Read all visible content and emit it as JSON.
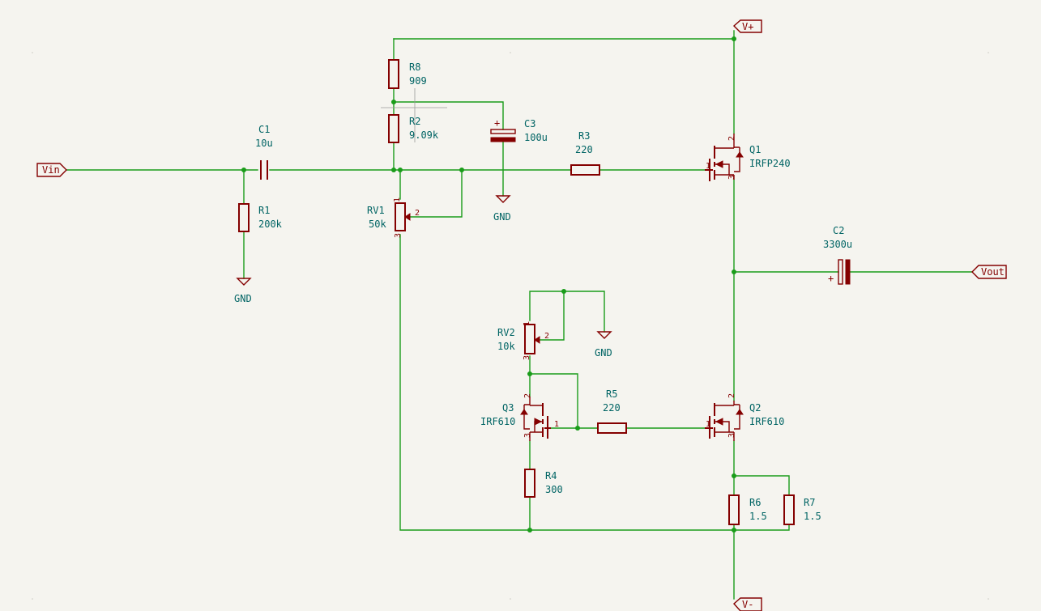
{
  "ports": {
    "vin": "Vin",
    "vout": "Vout",
    "vplus": "V+",
    "vminus": "V-"
  },
  "gnd": "GND",
  "components": {
    "R8": {
      "ref": "R8",
      "value": "909"
    },
    "R2": {
      "ref": "R2",
      "value": "9.09k"
    },
    "C3": {
      "ref": "C3",
      "value": "100u"
    },
    "C1": {
      "ref": "C1",
      "value": "10u"
    },
    "R1": {
      "ref": "R1",
      "value": "200k"
    },
    "RV1": {
      "ref": "RV1",
      "value": "50k"
    },
    "R3": {
      "ref": "R3",
      "value": "220"
    },
    "Q1": {
      "ref": "Q1",
      "value": "IRFP240"
    },
    "C2": {
      "ref": "C2",
      "value": "3300u"
    },
    "RV2": {
      "ref": "RV2",
      "value": "10k"
    },
    "Q3": {
      "ref": "Q3",
      "value": "IRF610"
    },
    "R5": {
      "ref": "R5",
      "value": "220"
    },
    "Q2": {
      "ref": "Q2",
      "value": "IRF610"
    },
    "R4": {
      "ref": "R4",
      "value": "300"
    },
    "R6": {
      "ref": "R6",
      "value": "1.5"
    },
    "R7": {
      "ref": "R7",
      "value": "1.5"
    }
  },
  "pins": {
    "p1": "1",
    "p2": "2",
    "p3": "3",
    "plus": "+"
  }
}
